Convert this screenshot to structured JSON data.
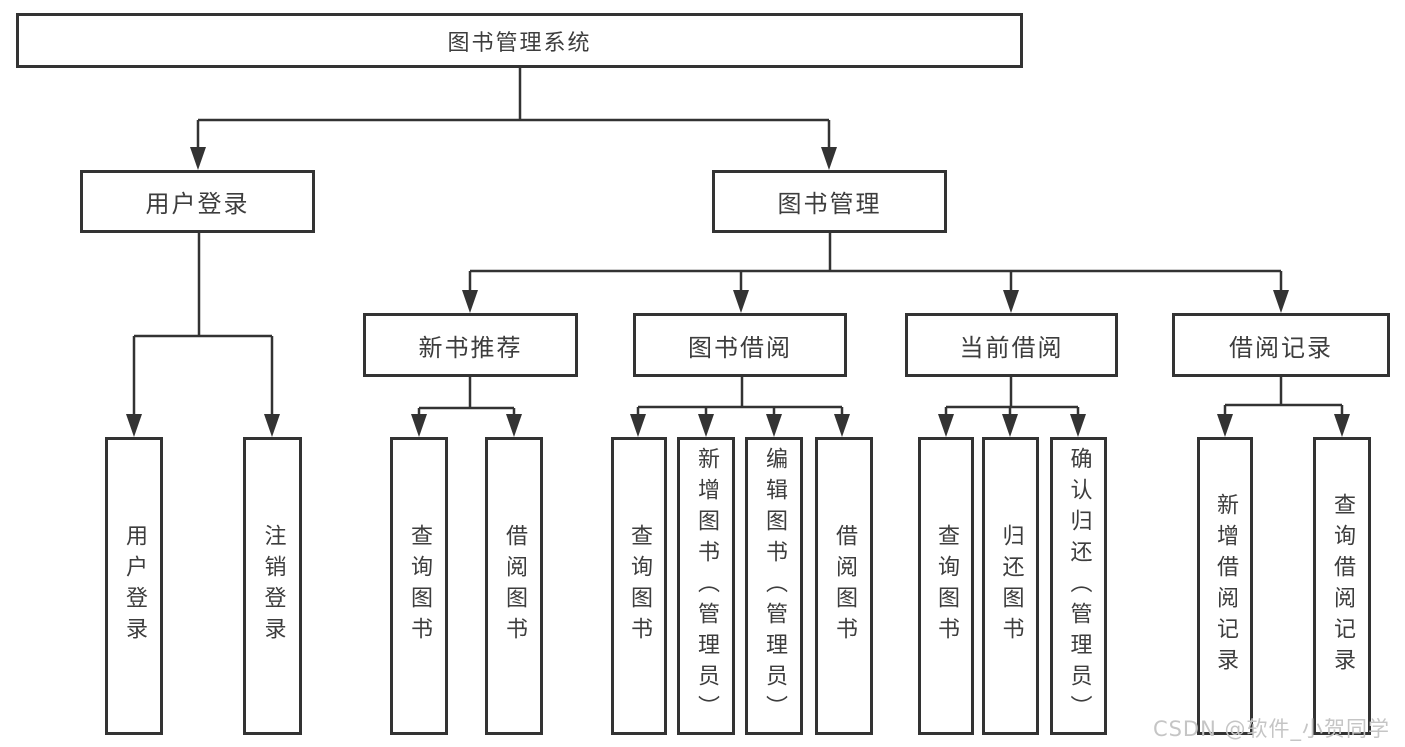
{
  "tree": {
    "root": {
      "label": "图书管理系统",
      "children": [
        {
          "label": "用户登录",
          "children": [
            {
              "label": "用户登录"
            },
            {
              "label": "注销登录"
            }
          ]
        },
        {
          "label": "图书管理",
          "children": [
            {
              "label": "新书推荐",
              "children": [
                {
                  "label": "查询图书"
                },
                {
                  "label": "借阅图书"
                }
              ]
            },
            {
              "label": "图书借阅",
              "children": [
                {
                  "label": "查询图书"
                },
                {
                  "label": "新增图书（管理员）"
                },
                {
                  "label": "编辑图书（管理员）"
                },
                {
                  "label": "借阅图书"
                }
              ]
            },
            {
              "label": "当前借阅",
              "children": [
                {
                  "label": "查询图书"
                },
                {
                  "label": "归还图书"
                },
                {
                  "label": "确认归还（管理员）"
                }
              ]
            },
            {
              "label": "借阅记录",
              "children": [
                {
                  "label": "新增借阅记录"
                },
                {
                  "label": "查询借阅记录"
                }
              ]
            }
          ]
        }
      ]
    }
  },
  "watermark": "CSDN @软件_小贺同学",
  "colors": {
    "line": "#333333",
    "box_border": "#333333",
    "box_fill": "#ffffff",
    "text": "#3d3d3d",
    "watermark": "#c5c5c5",
    "background": "#ffffff"
  }
}
